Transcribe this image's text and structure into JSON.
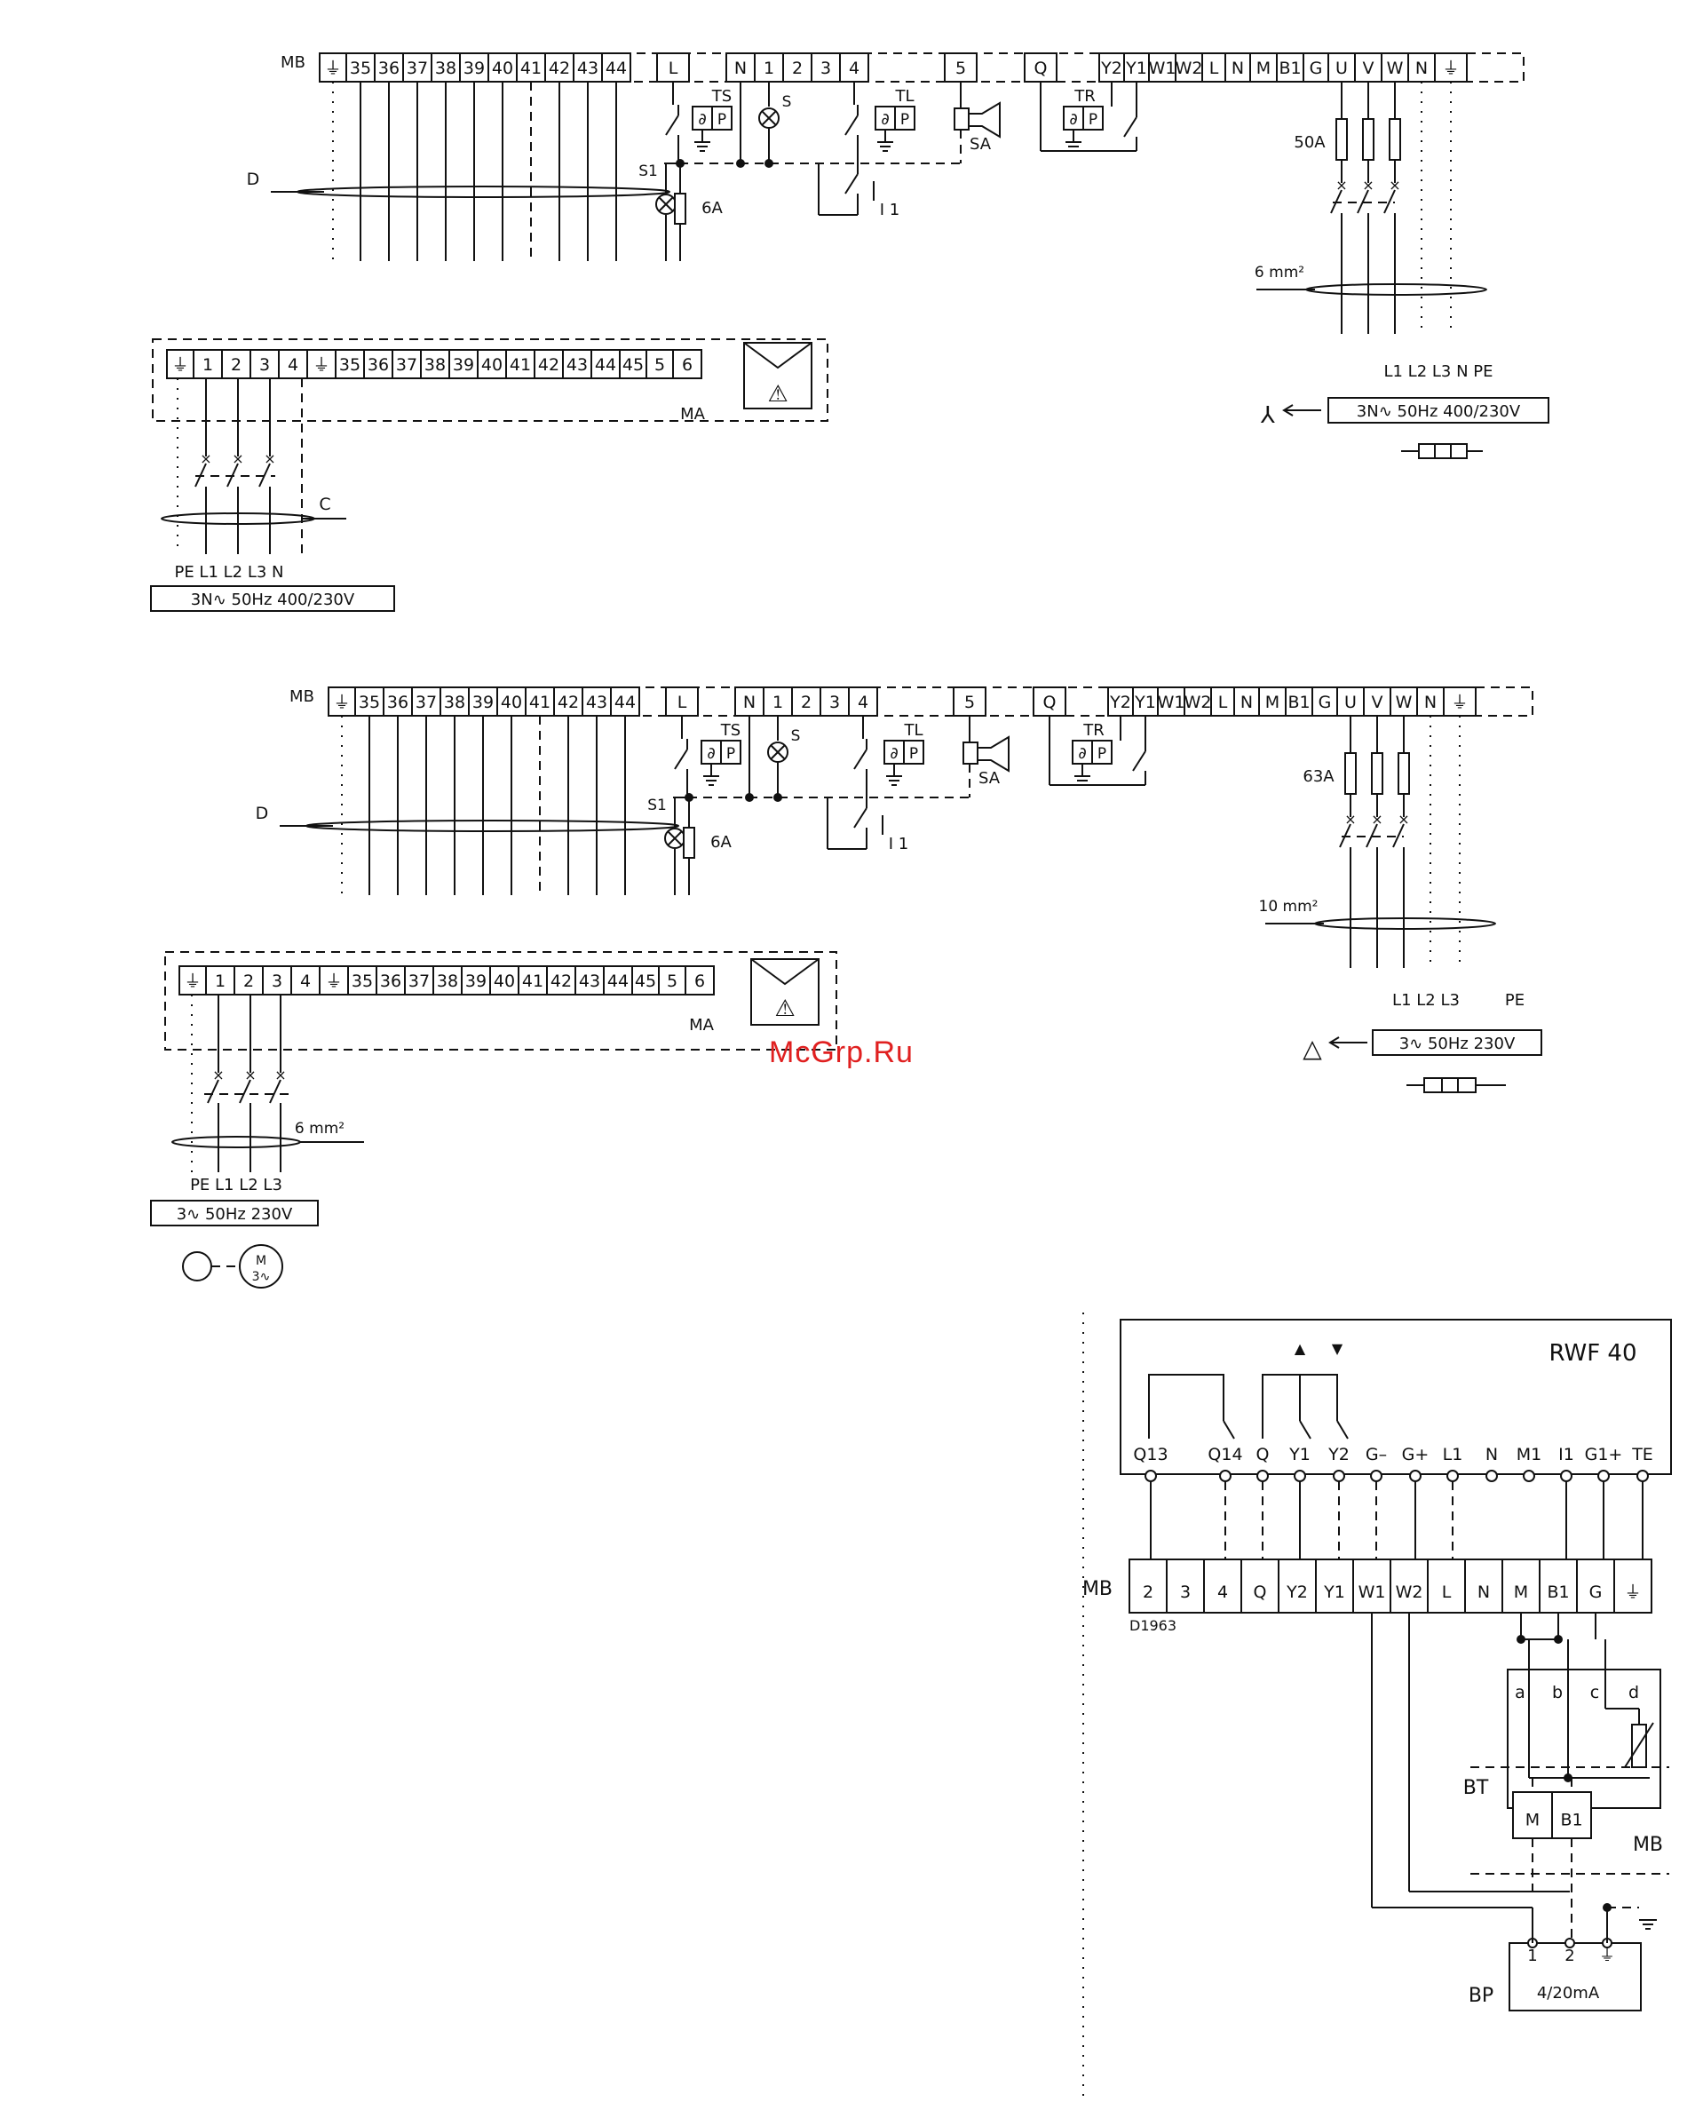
{
  "watermark": "McGrp.Ru",
  "colors": {
    "ink": "#111111",
    "watermark": "#e02020",
    "paper": "#ffffff"
  },
  "common": {
    "MB": "MB",
    "MA": "MA",
    "D": "D",
    "C": "C",
    "TS": "TS",
    "TL": "TL",
    "TR": "TR",
    "SA": "SA",
    "S": "S",
    "S1": "S1",
    "I1": "I 1",
    "P": "P",
    "fuse6A": "6A"
  },
  "diagram1": {
    "mb_top": [
      "⏚",
      "35",
      "36",
      "37",
      "38",
      "39",
      "40",
      "41",
      "42",
      "43",
      "44",
      "L",
      "N",
      "1",
      "2",
      "3",
      "4",
      "5",
      "Q",
      "Y2",
      "Y1",
      "W1",
      "W2",
      "L",
      "N",
      "M",
      "B1",
      "G",
      "U",
      "V",
      "W",
      "N",
      "⏚"
    ],
    "ma_bottom": [
      "⏚",
      "1",
      "2",
      "3",
      "4",
      "⏚",
      "35",
      "36",
      "37",
      "38",
      "39",
      "40",
      "41",
      "42",
      "43",
      "44",
      "45",
      "5",
      "6"
    ],
    "fuse_main": "50A",
    "cable_main": "6 mm²",
    "phases_right": "L1 L2 L3  N  PE",
    "supply_right": "3N∿ 50Hz 400/230V",
    "phases_left": "PE L1 L2 L3  N",
    "supply_left": "3N∿ 50Hz 400/230V",
    "star_symbol": "⅄"
  },
  "diagram2": {
    "mb_top": [
      "⏚",
      "35",
      "36",
      "37",
      "38",
      "39",
      "40",
      "41",
      "42",
      "43",
      "44",
      "L",
      "N",
      "1",
      "2",
      "3",
      "4",
      "5",
      "Q",
      "Y2",
      "Y1",
      "W1",
      "W2",
      "L",
      "N",
      "M",
      "B1",
      "G",
      "U",
      "V",
      "W",
      "N",
      "⏚"
    ],
    "ma_bottom": [
      "⏚",
      "1",
      "2",
      "3",
      "4",
      "⏚",
      "35",
      "36",
      "37",
      "38",
      "39",
      "40",
      "41",
      "42",
      "43",
      "44",
      "45",
      "5",
      "6"
    ],
    "fuse_main": "63A",
    "cable_main": "10 mm²",
    "phases_right": "L1 L2 L3",
    "pe_right": "PE",
    "supply_right": "3∿ 50Hz 230V",
    "cable_left": "6 mm²",
    "phases_left": "PE L1 L2 L3",
    "supply_left": "3∿ 50Hz 230V",
    "delta_symbol": "△"
  },
  "diagram3": {
    "rwf_title": "RWF 40",
    "rwf_terminals": [
      "Q13",
      "Q14",
      "Q",
      "Y1",
      "Y2",
      "G–",
      "G+",
      "L1",
      "N",
      "M1",
      "I1",
      "G1+",
      "TE"
    ],
    "mb_row": [
      "2",
      "3",
      "4",
      "Q",
      "Y2",
      "Y1",
      "W1",
      "W2",
      "L",
      "N",
      "M",
      "B1",
      "G",
      "⏚"
    ],
    "code": "D1963",
    "bt_label": "BT",
    "bt_terms": [
      "a",
      "b",
      "c",
      "d"
    ],
    "mb2_label": "MB",
    "mb2_terms": [
      "M",
      "B1"
    ],
    "bp_label": "BP",
    "bp_terms": [
      "1",
      "2",
      "⏚"
    ],
    "bp_text": "4/20mA"
  }
}
